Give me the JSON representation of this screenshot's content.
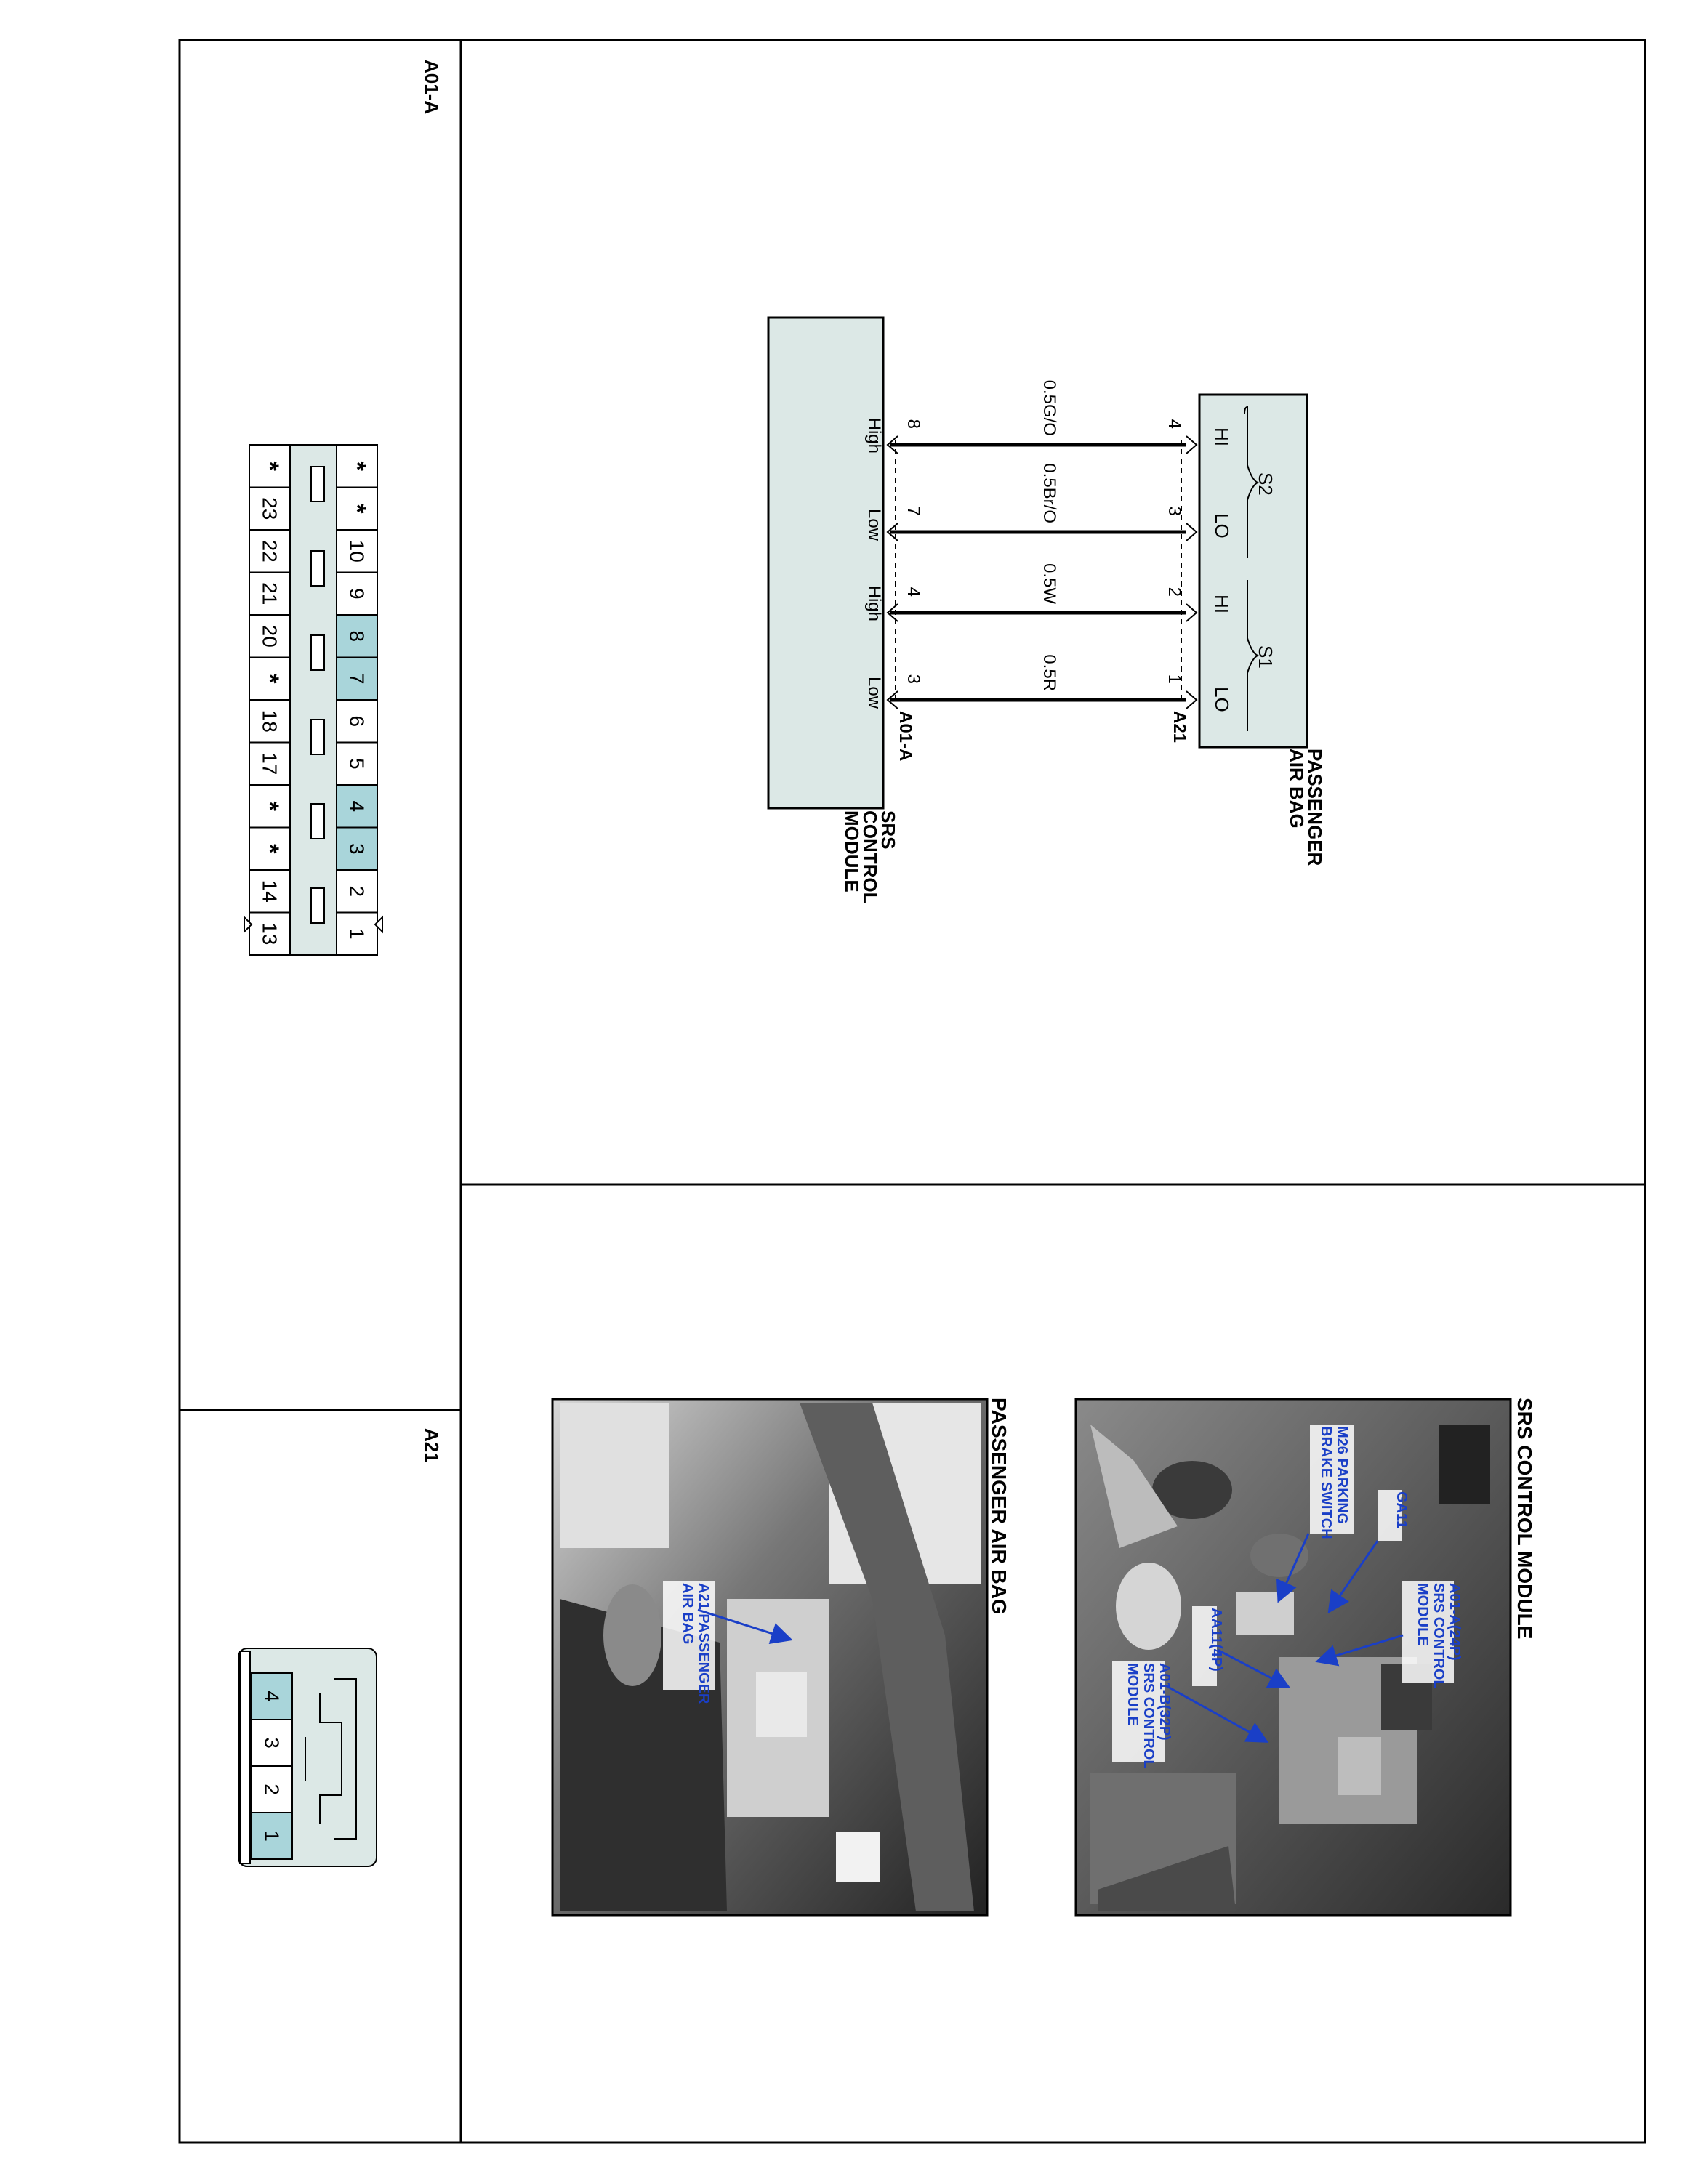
{
  "connectors": {
    "a01a": {
      "title": "A01-A",
      "top_row": [
        "*",
        "*",
        "10",
        "9",
        "8",
        "7",
        "6",
        "5",
        "4",
        "3",
        "2",
        "1"
      ],
      "bottom_row": [
        "*",
        "23",
        "22",
        "21",
        "20",
        "*",
        "18",
        "17",
        "*",
        "*",
        "14",
        "13"
      ],
      "highlighted_pins": [
        "8",
        "7",
        "4",
        "3"
      ]
    },
    "a21": {
      "title": "A21",
      "pins": [
        "4",
        "3",
        "2",
        "1"
      ],
      "highlighted_pins": [
        "4",
        "1"
      ]
    }
  },
  "schematic": {
    "passenger_airbag": {
      "name_line1": "PASSENGER",
      "name_line2": "AIR BAG",
      "connector": "A21",
      "squib_s2": "S2",
      "squib_s1": "S1",
      "hi": "HI",
      "lo": "LO"
    },
    "srs_module": {
      "name_line1": "SRS",
      "name_line2": "CONTROL",
      "name_line3": "MODULE",
      "connector": "A01-A"
    },
    "wires": [
      {
        "color_code": "0.5G/O",
        "airbag_pin": "4",
        "module_pin": "8",
        "module_label": "High"
      },
      {
        "color_code": "0.5Br/O",
        "airbag_pin": "3",
        "module_pin": "7",
        "module_label": "Low"
      },
      {
        "color_code": "0.5W",
        "airbag_pin": "2",
        "module_pin": "4",
        "module_label": "High"
      },
      {
        "color_code": "0.5R",
        "airbag_pin": "1",
        "module_pin": "3",
        "module_label": "Low"
      }
    ]
  },
  "photos": {
    "srs_control_module": {
      "title": "SRS CONTROL MODULE",
      "callout_m26_line1": "M26 PARKING",
      "callout_m26_line2": "BRAKE SWITCH",
      "callout_ga11": "GA11",
      "callout_a01a_line1": "A01-A(24P)",
      "callout_a01a_line2": "SRS CONTROL",
      "callout_a01a_line3": "MODULE",
      "callout_aa11": "AA11(4P)",
      "callout_a01b_line1": "A01-B(32P)",
      "callout_a01b_line2": "SRS CONTROL",
      "callout_a01b_line3": "MODULE"
    },
    "passenger_air_bag": {
      "title": "PASSENGER AIR BAG",
      "callout_line1": "A21 PASSENGER",
      "callout_line2": "AIR BAG"
    }
  },
  "colors": {
    "highlight": "#A9D5DA",
    "component_fill": "#DCE8E6",
    "callout_text": "#1A3FC7",
    "line": "#000000"
  }
}
